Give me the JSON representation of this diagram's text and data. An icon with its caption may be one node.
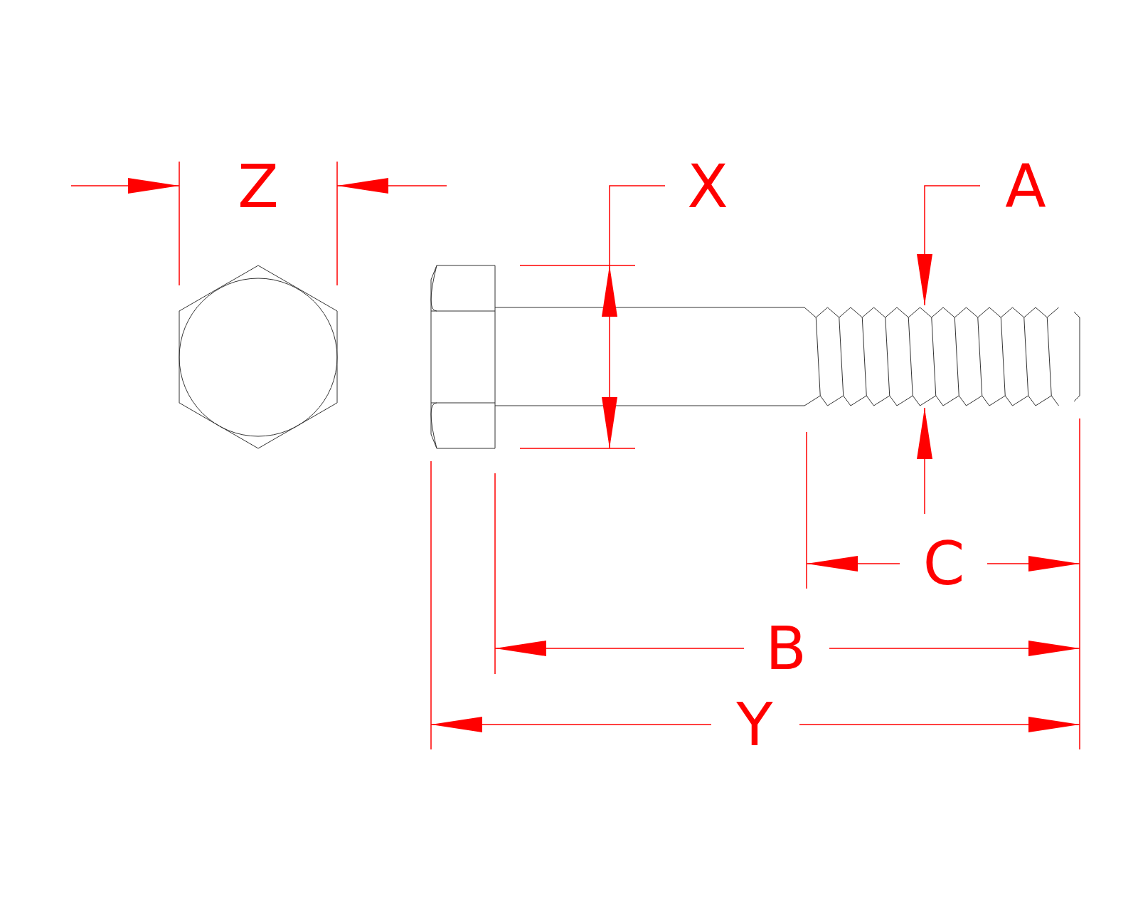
{
  "diagram": {
    "labels": [
      "Z",
      "X",
      "A",
      "C",
      "B",
      "Y"
    ]
  }
}
